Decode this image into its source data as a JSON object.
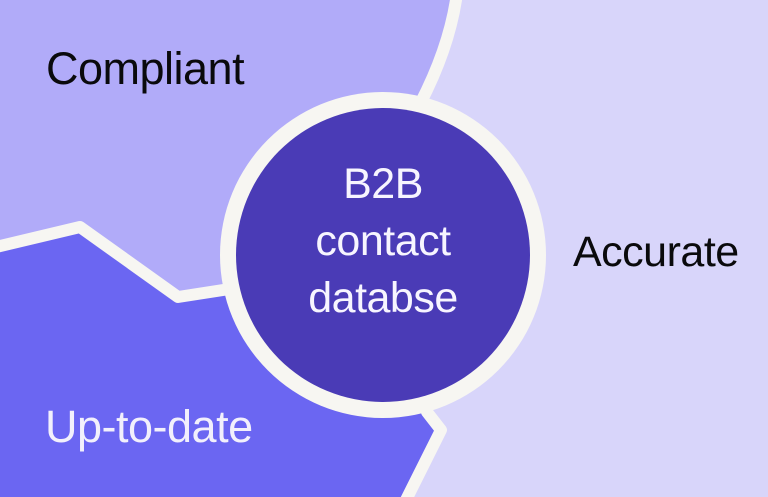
{
  "diagram": {
    "type": "venn-style infographic",
    "center_circle": {
      "line1": "B2B",
      "line2": "contact",
      "line3": "databse",
      "fill": "#4A3BB6",
      "ring_color": "#F7F6F2",
      "text_color": "#F7F5FF"
    },
    "regions": {
      "compliant": {
        "label": "Compliant",
        "color": "#B1ABF9",
        "text_color": "#0A0A0C"
      },
      "accurate": {
        "label": "Accurate",
        "color": "#D8D5FA",
        "text_color": "#0A0A0C"
      },
      "up_to_date": {
        "label": "Up-to-date",
        "color": "#6B66F2",
        "text_color": "#F2F0FC"
      }
    },
    "divider_color": "#F7F6F2"
  }
}
